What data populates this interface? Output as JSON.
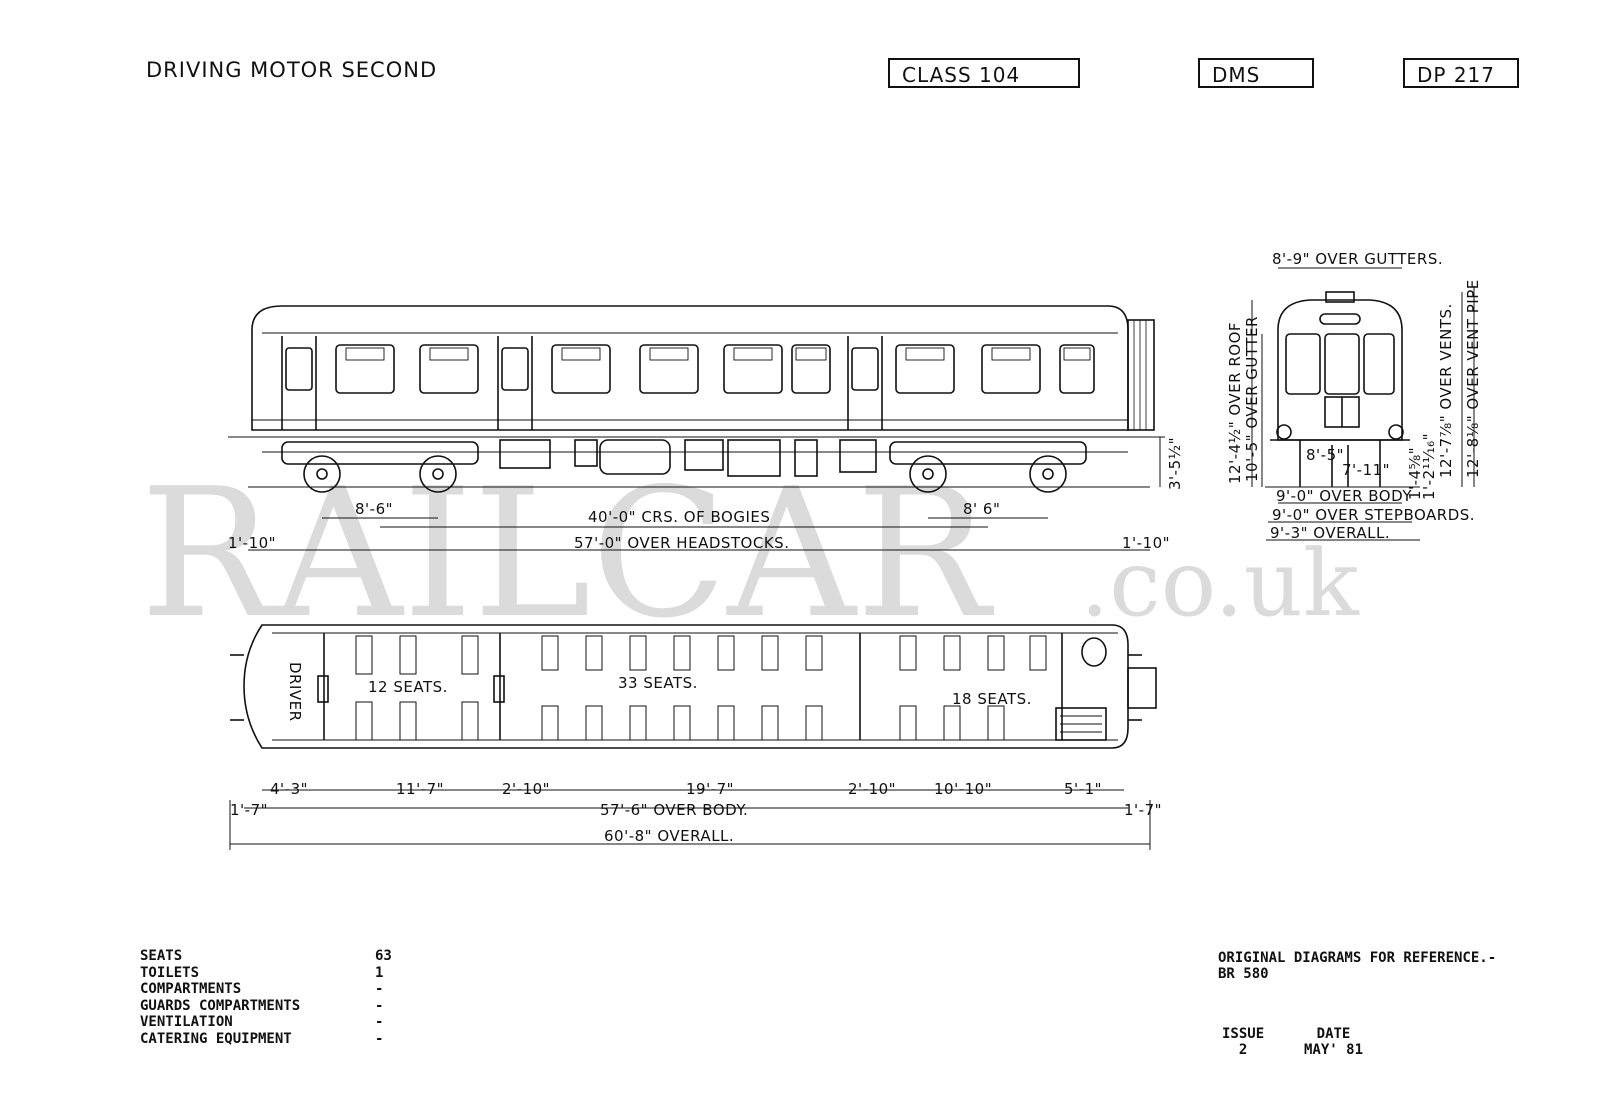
{
  "header": {
    "title": "DRIVING MOTOR SECOND",
    "class_box": "CLASS 104",
    "type_box": "DMS",
    "diagram_box": "DP 217"
  },
  "watermark": {
    "main": "RAILCAR",
    "suffix": ".co.uk"
  },
  "side_view": {
    "bogie_left": "8'-6\"",
    "bogie_centres": "40'-0\" CRS. OF BOGIES",
    "bogie_right": "8' 6\"",
    "over_headstocks": "57'-0\" OVER HEADSTOCKS.",
    "end_left": "1'-10\"",
    "end_right": "1'-10\"",
    "height_side": "3'-5½\""
  },
  "end_view": {
    "over_gutters": "8'-9\" OVER GUTTERS.",
    "over_roof": "12'-4½\" OVER ROOF",
    "over_gutter": "10'-5\" OVER GUTTER",
    "over_vents": "12'-7⅞\" OVER VENTS.",
    "over_vent_pipe": "12'-8⅛\" OVER VENT PIPE",
    "inner_width": "8'-5\"",
    "inner_width2": "7'-11\"",
    "step_height": "1'-4⅝\"",
    "step_height2": "1'-2¹¹⁄₁₆\"",
    "over_body": "9'-0\" OVER BODY",
    "over_stepboards": "9'-0\" OVER STEPBOARDS.",
    "overall": "9'-3\" OVERALL."
  },
  "plan_view": {
    "driver": "DRIVER",
    "seats_first": "12 SEATS.",
    "seats_second": "33 SEATS.",
    "seats_third": "18 SEATS.",
    "dim_a": "4'-3\"",
    "dim_b": "11'-7\"",
    "dim_c": "2'-10\"",
    "dim_d": "19'-7\"",
    "dim_e": "2'-10\"",
    "dim_f": "10'-10\"",
    "dim_g": "5'-1\"",
    "end_left": "1'-7\"",
    "end_right": "1'-7\"",
    "over_body": "57'-6\" OVER BODY.",
    "overall": "60'-8\" OVERALL."
  },
  "stats": [
    {
      "label": "SEATS",
      "value": "63"
    },
    {
      "label": "TOILETS",
      "value": "1"
    },
    {
      "label": "COMPARTMENTS",
      "value": "-"
    },
    {
      "label": "GUARDS COMPARTMENTS",
      "value": "-"
    },
    {
      "label": "VENTILATION",
      "value": "-"
    },
    {
      "label": "CATERING EQUIPMENT",
      "value": "-"
    }
  ],
  "reference": {
    "line1": "ORIGINAL DIAGRAMS FOR REFERENCE.-",
    "line2": "BR 580"
  },
  "issue": {
    "label": "ISSUE",
    "value": "2"
  },
  "date": {
    "label": "DATE",
    "value": "MAY' 81"
  }
}
